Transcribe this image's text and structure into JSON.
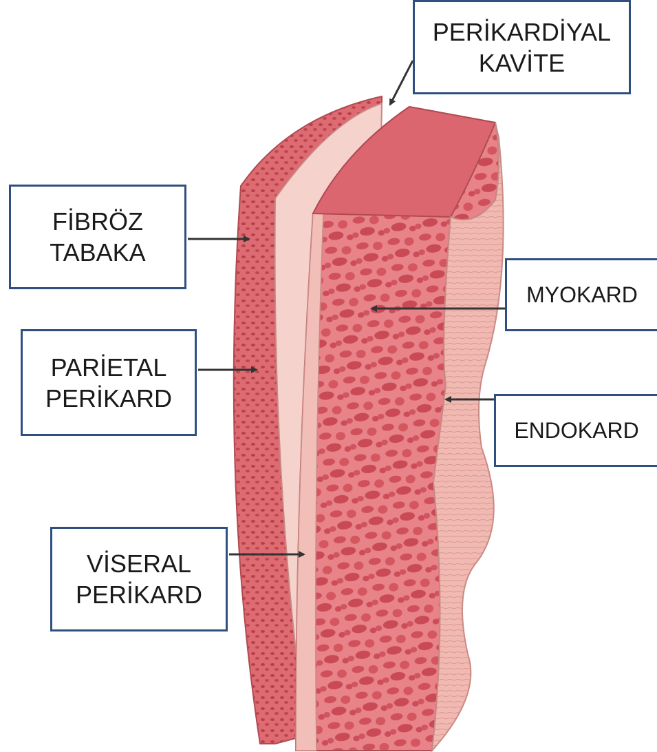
{
  "labels": {
    "perikardiyal_kavite": [
      "PERİKARDİYAL",
      "KAVİTE"
    ],
    "fibroz_tabaka": [
      "FİBRÖZ",
      "TABAKA"
    ],
    "parietal_perikard": [
      "PARİETAL",
      "PERİKARD"
    ],
    "viseral_perikard": [
      "VİSERAL",
      "PERİKARD"
    ],
    "myokard": "MYOKARD",
    "endokard": "ENDOKARD"
  },
  "colors": {
    "box_border": "#2f4f7f",
    "arrow": "#333333",
    "fibrous_layer": "#d9646a",
    "parietal_layer": "#f6d2cc",
    "myocardium": "#e2727a",
    "endocardium": "#efb6b0"
  }
}
